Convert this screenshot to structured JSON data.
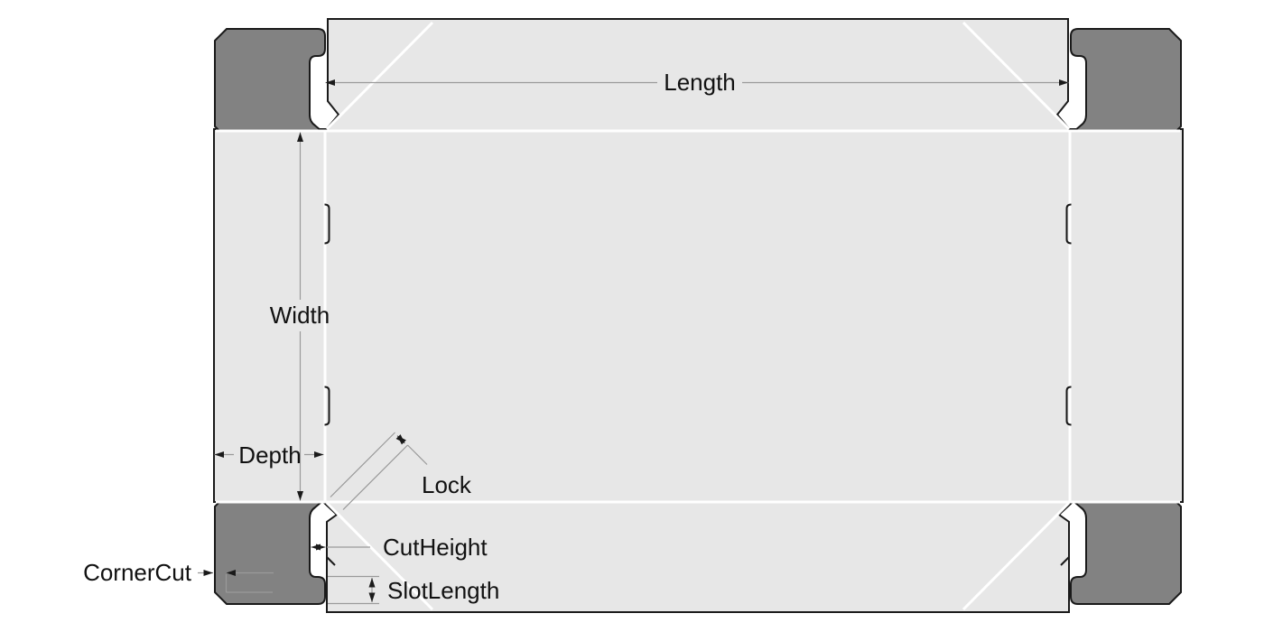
{
  "diagram": {
    "labels": {
      "length": "Length",
      "width": "Width",
      "depth": "Depth",
      "lock": "Lock",
      "cut_height": "CutHeight",
      "slot_length": "SlotLength",
      "corner_cut": "CornerCut"
    },
    "colors": {
      "background": "#ffffff",
      "panel_fill": "#e7e7e7",
      "corner_flap_fill": "#828282",
      "outline": "#1a1a1a",
      "crease": "#ffffff",
      "dimension_line": "#9a9a9a",
      "text": "#111111"
    }
  }
}
